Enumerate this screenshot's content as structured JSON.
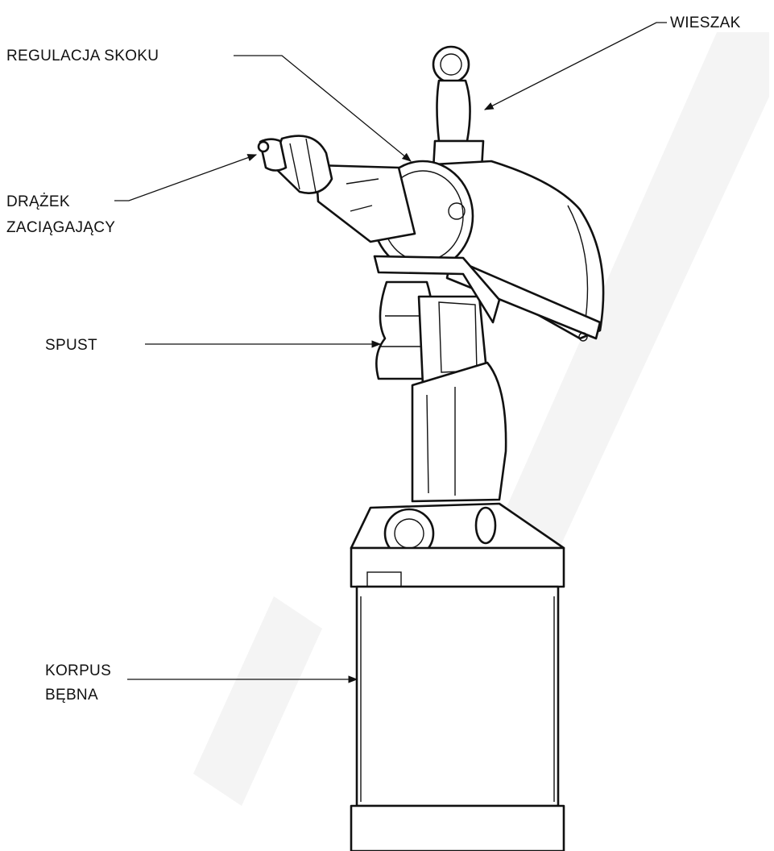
{
  "labels": {
    "wieszak": "WIESZAK",
    "regulacja": "REGULACJA SKOKU",
    "drazek_1": "DRĄŻEK",
    "drazek_2": "ZACIĄGAJĄCY",
    "spust": "SPUST",
    "korpus_1": "KORPUS",
    "korpus_2": "BĘBNA"
  },
  "colors": {
    "line": "#111111",
    "watermark": "#f4f4f4",
    "background": "#ffffff"
  }
}
